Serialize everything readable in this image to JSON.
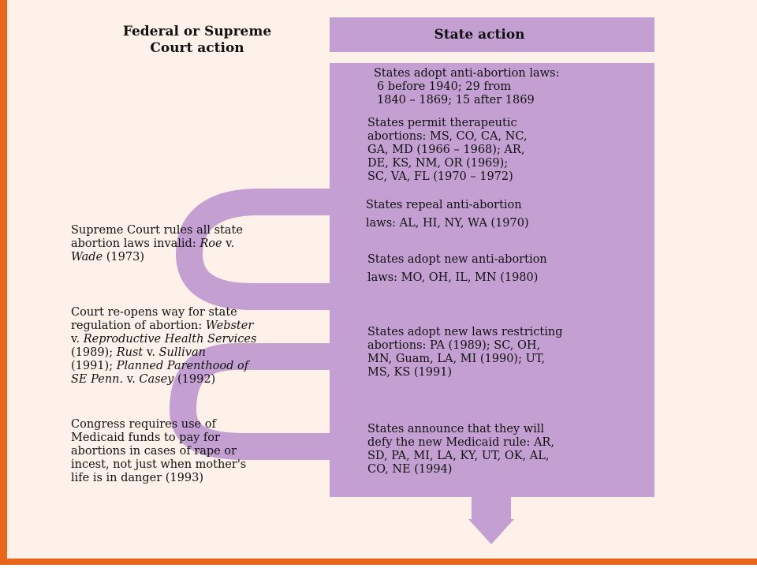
{
  "headers": {
    "federal_line1": "Federal or Supreme",
    "federal_line2": "Court action",
    "state": "State action"
  },
  "state_actions": [
    {
      "lines": [
        "States adopt anti-abortion laws:",
        "6 before 1940; 29 from",
        "1840 – 1869; 15 after 1869"
      ]
    },
    {
      "lines": [
        "States permit therapeutic",
        "abortions: MS, CO, CA, NC,",
        "GA, MD (1966 – 1968); AR,",
        "DE, KS, NM, OR (1969);",
        "SC, VA, FL (1970 – 1972)"
      ]
    },
    {
      "lines": [
        "States repeal anti-abortion",
        "laws: AL, HI, NY, WA (1970)"
      ]
    },
    {
      "lines": [
        "States adopt new anti-abortion",
        "laws: MO, OH, IL, MN (1980)"
      ]
    },
    {
      "lines": [
        "States adopt new laws restricting",
        "abortions: PA (1989); SC, OH,",
        "MN, Guam, LA, MI (1990); UT,",
        "MS, KS (1991)"
      ]
    },
    {
      "lines": [
        "States announce that they will",
        "defy the new Medicaid rule: AR,",
        "SD, PA, MI, LA, KY, UT, OK, AL,",
        "CO, NE (1994)"
      ]
    }
  ],
  "federal_actions": {
    "roe": {
      "line1": "Supreme Court rules all state",
      "line2_pre": "abortion laws invalid: ",
      "line2_case": "Roe",
      "line2_post": " v.",
      "line3_case": "Wade",
      "line3_post": " (1973)"
    },
    "webster": {
      "line1": "Court re-opens way for state",
      "line2_pre": "regulation of abortion: ",
      "line2_case": "Webster",
      "line3_pre": "v. ",
      "line3_case": "Reproductive Health Services",
      "line4_pre": "(1989); ",
      "line4_case": "Rust",
      "line4_mid": " v. ",
      "line4_case2": "Sullivan",
      "line5_pre": "(1991); ",
      "line5_case": "Planned Parenthood of",
      "line6_case": "SE Penn.",
      "line6_mid": " v. ",
      "line6_case2": "Casey",
      "line6_post": " (1992)"
    },
    "medicaid": {
      "lines": [
        "Congress requires use of",
        "Medicaid funds to pay for",
        "abortions in cases of rape or",
        "incest, not just when mother's",
        "life is in danger (1993)"
      ]
    }
  },
  "colors": {
    "band": "#c39fd2",
    "panel": "#fdf1e9",
    "border": "#e8651a"
  }
}
